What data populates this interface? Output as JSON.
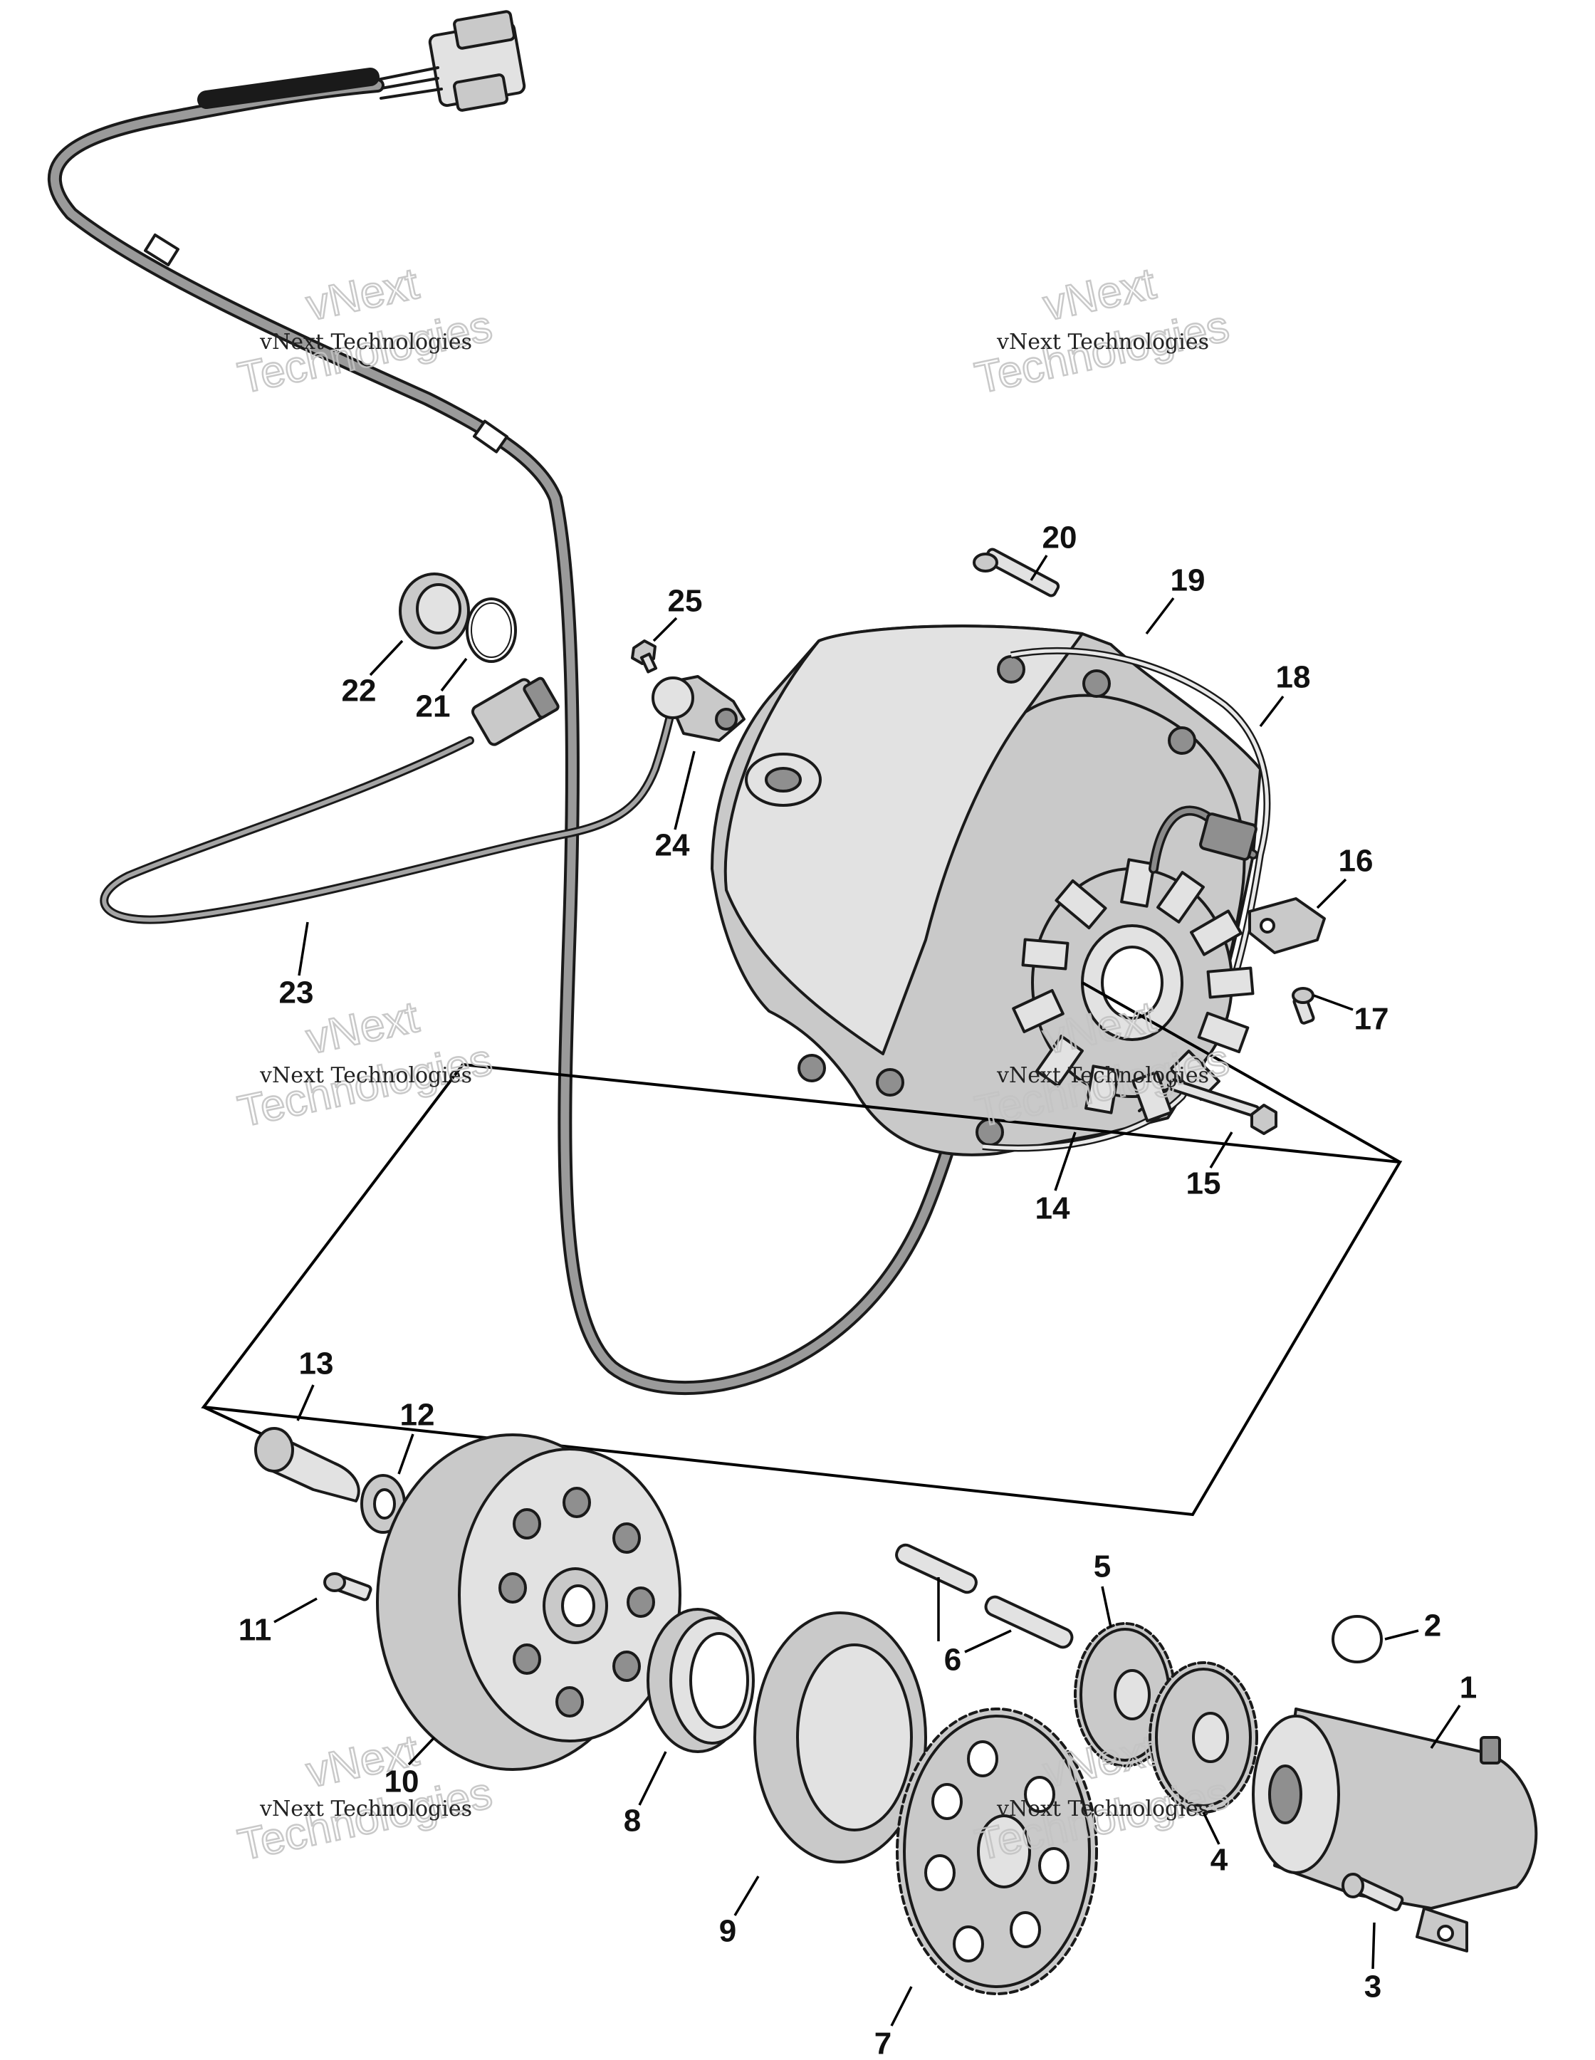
{
  "watermarks": [
    {
      "line1": "vNext",
      "line2": "Technologies",
      "small": "vNext Technologies"
    },
    {
      "line1": "vNext",
      "line2": "Technologies",
      "small": "vNext Technologies"
    },
    {
      "line1": "vNext",
      "line2": "Technologies",
      "small": "vNext Technologies"
    },
    {
      "line1": "vNext",
      "line2": "Technologies",
      "small": "vNext Technologies"
    },
    {
      "line1": "vNext",
      "line2": "Technologies",
      "small": "vNext Technologies"
    },
    {
      "line1": "vNext",
      "line2": "Technologies",
      "small": "vNext Technologies"
    }
  ],
  "callouts": [
    "1",
    "2",
    "3",
    "4",
    "5",
    "6",
    "7",
    "8",
    "9",
    "10",
    "11",
    "12",
    "13",
    "14",
    "15",
    "16",
    "17",
    "18",
    "19",
    "20",
    "21",
    "22",
    "23",
    "24",
    "25"
  ]
}
